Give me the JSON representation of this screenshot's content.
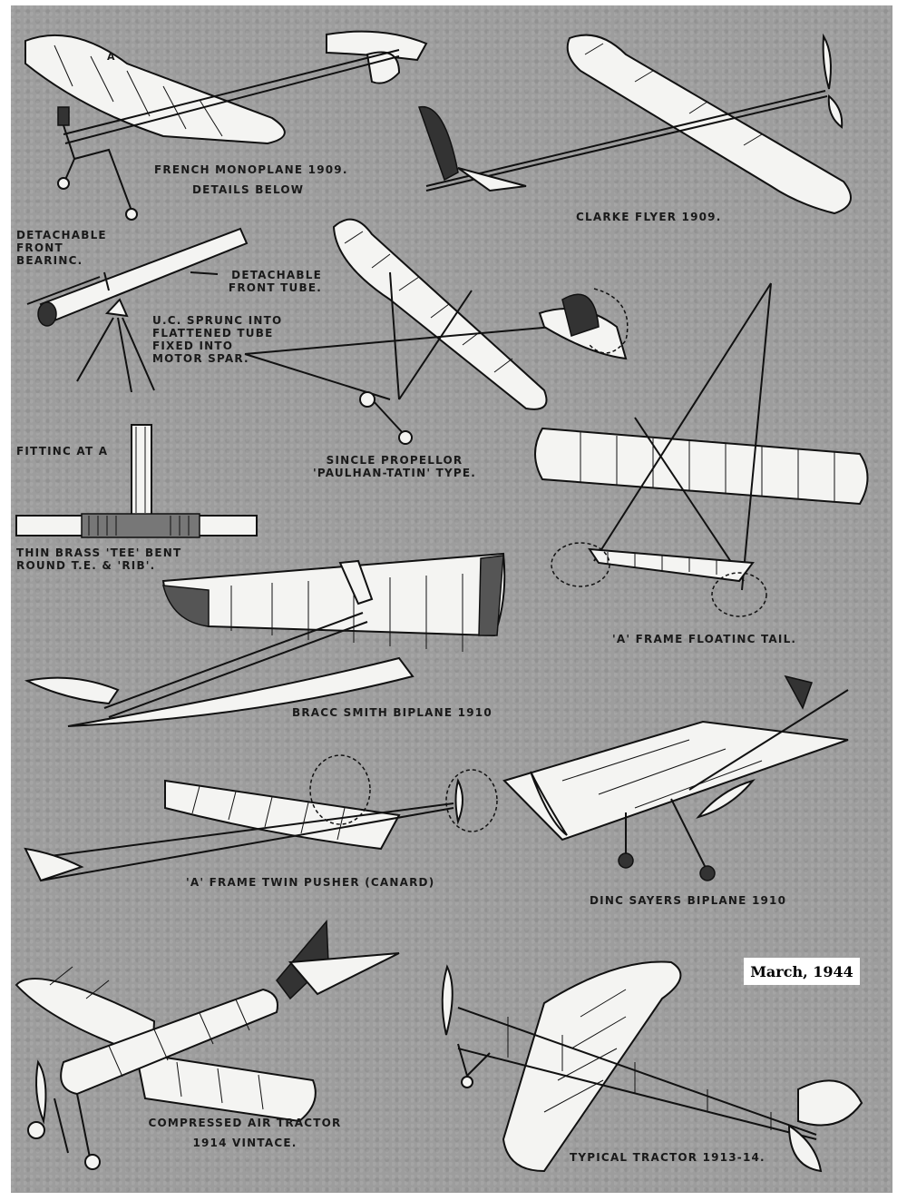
{
  "labels": {
    "french_monoplane": "FRENCH MONOPLANE 1909.",
    "details_below": "DETAILS BELOW",
    "clarke_flyer": "CLARKE FLYER 1909.",
    "detachable_front_bearing": "DETACHABLE FRONT BEARINC.",
    "detachable_front_tube": "DETACHABLE FRONT TUBE.",
    "uc_sprung": "U.C. SPRUNC INTO FLATTENED TUBE FIXED INTO MOTOR SPAR.",
    "fitting_at_a": "FITTINC AT A",
    "thin_brass_tee": "THIN BRASS 'TEE' BENT ROUND T.E. & 'RIB'.",
    "single_propellor": "SINCLE PROPELLOR 'PAULHAN-TATIN' TYPE.",
    "a_frame_floating_tail": "'A' FRAME FLOATINC TAIL.",
    "bragg_smith_biplane": "BRACC SMITH BIPLANE 1910",
    "a_frame_twin_pusher": "'A' FRAME TWIN PUSHER (CANARD)",
    "ding_sayers_biplane": "DINC SAYERS BIPLANE 1910",
    "compressed_air_tractor": "COMPRESSED AIR TRACTOR 1914 VINTACE.",
    "typical_tractor": "TYPICAL TRACTOR 1913-14.",
    "fitting_letter_a": "A",
    "date_stamp": "March, 1944"
  }
}
